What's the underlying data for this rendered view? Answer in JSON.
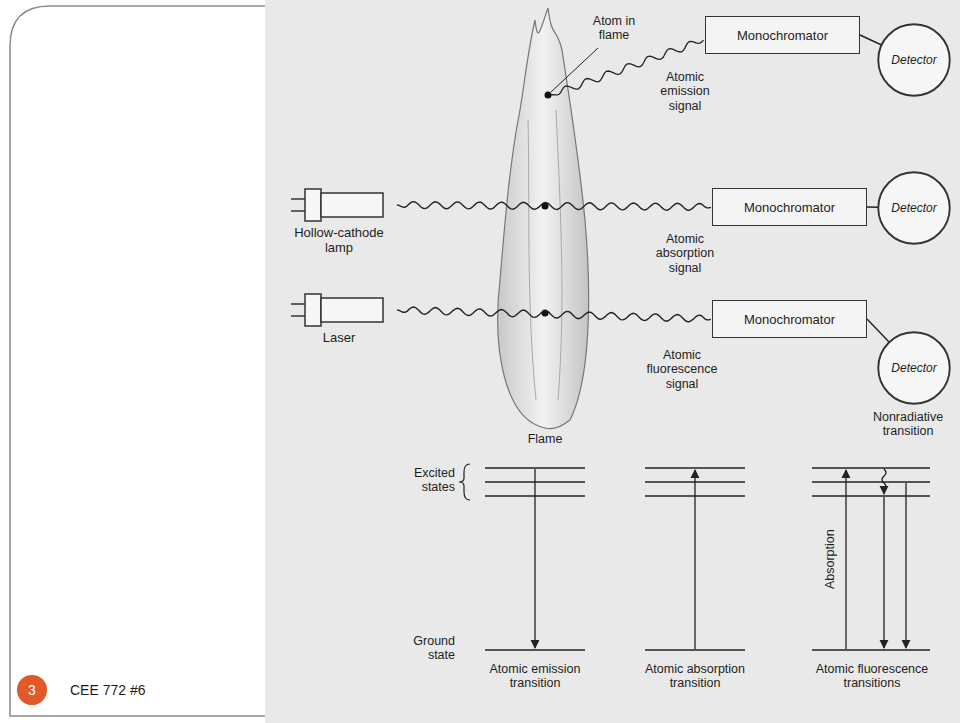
{
  "diagram": {
    "nodes": [
      {
        "text": [
          "3"
        ]
      },
      {
        "text": [
          "Monochromator"
        ]
      },
      {
        "text": [
          "Detector"
        ]
      },
      {
        "text": [
          "Hollow-cathode lamp"
        ]
      },
      {
        "text": [
          "Monochromator"
        ]
      },
      {
        "text": [
          "Detector"
        ]
      },
      {
        "text": [
          "Laser"
        ]
      },
      {
        "text": [
          "Monochromator"
        ]
      },
      {
        "text": [
          "Detector"
        ]
      }
    ],
    "edges": [
      {
        "from": 1,
        "to": 2,
        "arrow": "none"
      },
      {
        "from": 3,
        "to": 4,
        "arrow": "none"
      },
      {
        "from": 4,
        "to": 5,
        "arrow": "none"
      },
      {
        "from": 6,
        "to": 7,
        "arrow": "none"
      },
      {
        "from": 7,
        "to": 8,
        "arrow": "none"
      }
    ],
    "labels": [
      "Atom in flame",
      "Atomic emission signal",
      "Atomic absorption signal",
      "Atomic fluorescence signal",
      "Flame",
      "Excited states",
      "Ground state",
      "Nonradiative transition",
      "Absorption",
      "Atomic emission transition",
      "Atomic absorption transition",
      "Atomic fluorescence transitions",
      "CEE 772  #6"
    ]
  }
}
